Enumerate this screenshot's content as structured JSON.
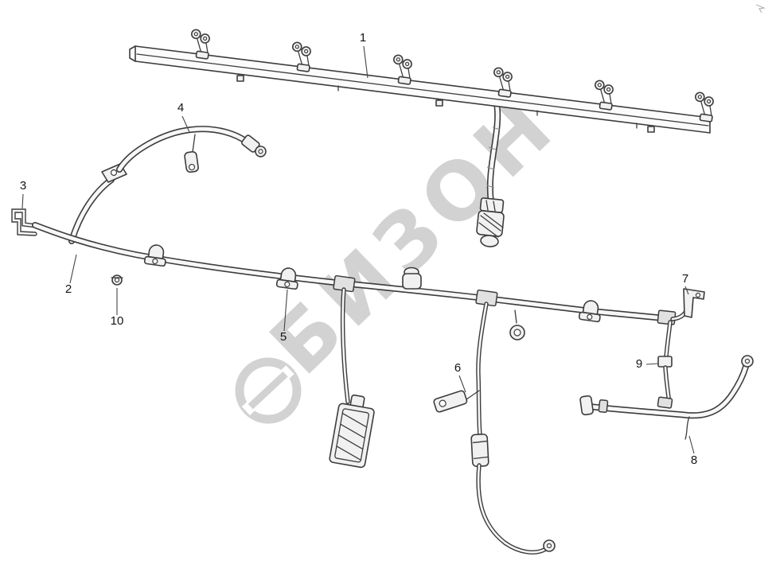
{
  "watermark": {
    "text": "БИЗОН"
  },
  "callouts": [
    {
      "label": "1"
    },
    {
      "label": "2"
    },
    {
      "label": "3"
    },
    {
      "label": "4"
    },
    {
      "label": "5"
    },
    {
      "label": "6"
    },
    {
      "label": "7"
    },
    {
      "label": "8"
    },
    {
      "label": "9"
    },
    {
      "label": "10"
    }
  ]
}
